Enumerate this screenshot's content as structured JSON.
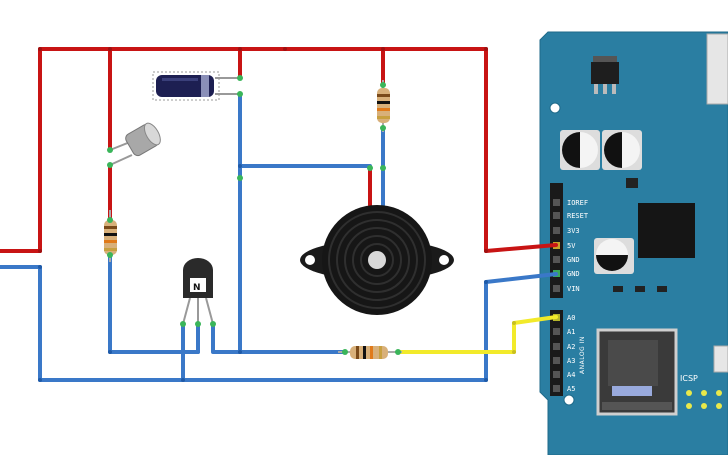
{
  "colors": {
    "wire_red": "#c81414",
    "wire_blue": "#3a78c8",
    "wire_yellow": "#f2ea2a",
    "board": "#2a7ea2",
    "board_edge": "#1f6a8a"
  },
  "arduino": {
    "power_pins": [
      {
        "label": "IOREF"
      },
      {
        "label": "RESET"
      },
      {
        "label": "3V3"
      },
      {
        "label": "5V"
      },
      {
        "label": "GND"
      },
      {
        "label": "GND"
      },
      {
        "label": "VIN"
      }
    ],
    "analog_pins": [
      {
        "label": "A0"
      },
      {
        "label": "A1"
      },
      {
        "label": "A2"
      },
      {
        "label": "A3"
      },
      {
        "label": "A4"
      },
      {
        "label": "A5"
      }
    ],
    "analog_header_label": "ANALOG IN",
    "icsp_label": "ICSP"
  },
  "components": {
    "transistor_marking": "N"
  }
}
